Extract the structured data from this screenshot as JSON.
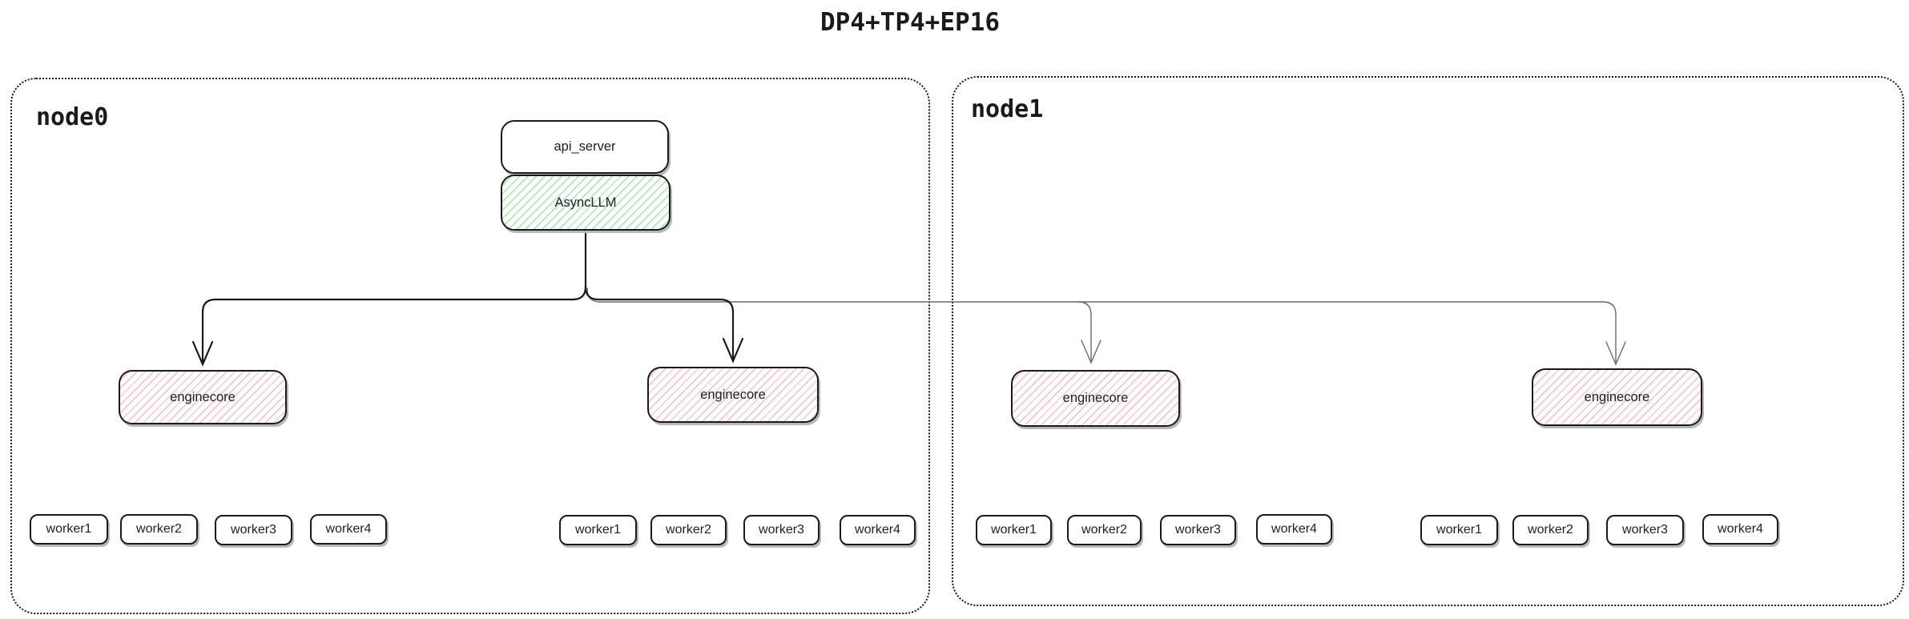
{
  "title": "DP4+TP4+EP16",
  "nodes": [
    {
      "label": "node0"
    },
    {
      "label": "node1"
    }
  ],
  "boxes": {
    "api_server": "api_server",
    "async_llm": "AsyncLLM",
    "enginecore": "enginecore"
  },
  "workers": [
    "worker1",
    "worker2",
    "worker3",
    "worker4"
  ],
  "edges": [
    {
      "from": "AsyncLLM",
      "to": "enginecore-node0-1"
    },
    {
      "from": "AsyncLLM",
      "to": "enginecore-node0-2"
    },
    {
      "from": "AsyncLLM",
      "to": "enginecore-node1-1"
    },
    {
      "from": "AsyncLLM",
      "to": "enginecore-node1-2"
    }
  ],
  "colors": {
    "line": "#1a1a1a",
    "thin_line": "#6b6b6b",
    "green_hatch": "#9fe6a9",
    "red_hatch": "#f5bcbc",
    "background": "#ffffff"
  }
}
